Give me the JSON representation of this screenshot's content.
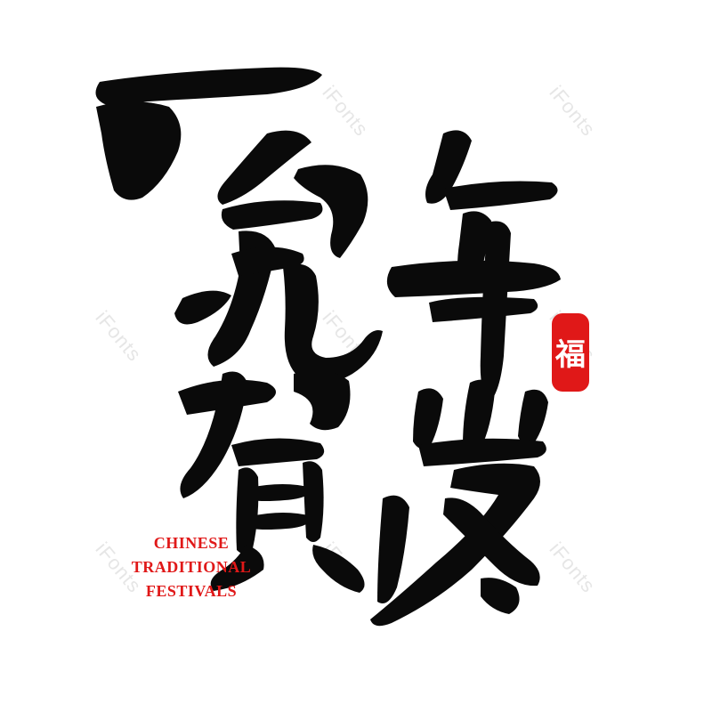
{
  "artwork": {
    "calligraphy_glyphs": [
      "兔",
      "年",
      "賀",
      "岁"
    ],
    "seal_glyph": "福",
    "ink_color": "#0a0a0a",
    "accent_color": "#e01818"
  },
  "tagline": {
    "line1": "CHINESE",
    "line2": "TRADITIONAL",
    "line3": "FESTIVALS"
  },
  "watermark": {
    "text": "iFonts",
    "color": "#e6e6e6"
  }
}
